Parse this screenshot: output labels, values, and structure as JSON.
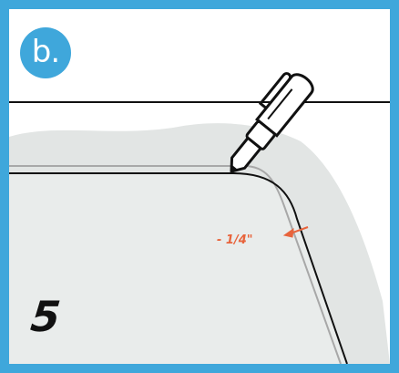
{
  "step": {
    "badge_label": "b."
  },
  "annotation": {
    "measurement": "- 1/4\""
  },
  "piece": {
    "number": "5"
  },
  "colors": {
    "frame_accent": "#3fa7db",
    "measurement": "#e8643c",
    "template_fill": "#e9eceb",
    "shadow_fill": "#e2e5e4",
    "outline": "#111111",
    "guide_line": "#a8a8a8"
  },
  "icons": [
    "pen-icon",
    "arrow-icon"
  ]
}
